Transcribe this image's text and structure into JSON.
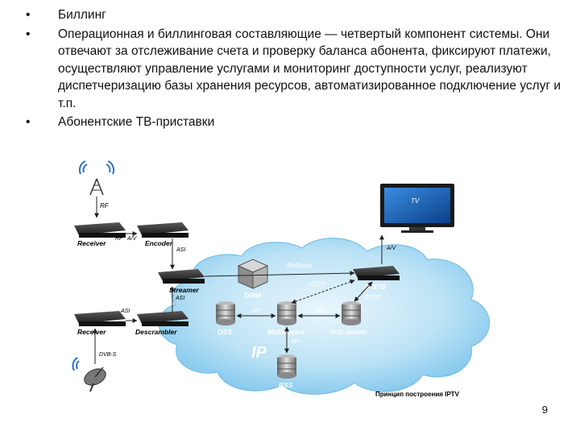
{
  "bullets": [
    "Биллинг",
    "Операционная и биллинговая составляющие — четвертый компонент системы. Они отвечают за отслеживание счета и проверку баланса абонента, фиксируют платежи, осуществляют управление услугами и мониторинг доступности услуг, реализуют диспетчеризацию базы хранения ресурсов, автоматизированное подключение услуг и т.п.",
    "Абонентские ТВ-приставки"
  ],
  "bullet_symbol": "•",
  "diagram": {
    "cloud_label": "IP",
    "tv_label": "TV",
    "caption": "Принцип построения IPTV",
    "devices": {
      "receiver_top": "Receiver",
      "encoder": "Encoder",
      "streamer": "Streamer",
      "receiver_bottom": "Receiver",
      "descrambler": "Descrambler",
      "drm": "DRM",
      "ip_stb": "IP STB",
      "oss": "OSS",
      "middleware": "Middleware",
      "vod_server": "VoD Server",
      "bss": "BSS"
    },
    "links": {
      "rf_top": "RF",
      "rf_ant": "RF",
      "av_top": "A/V",
      "asi_encoder": "ASI",
      "asi_receiver": "ASI",
      "asi_descrambler": "ASI",
      "multicast": "Multicast",
      "http": "HTTP",
      "rtsp": "RTSP",
      "av_tv": "A/V",
      "api_oss": "API",
      "api_vod": "API",
      "api_bss": "API",
      "dvbs": "DVB-S"
    }
  },
  "page_number": "9"
}
